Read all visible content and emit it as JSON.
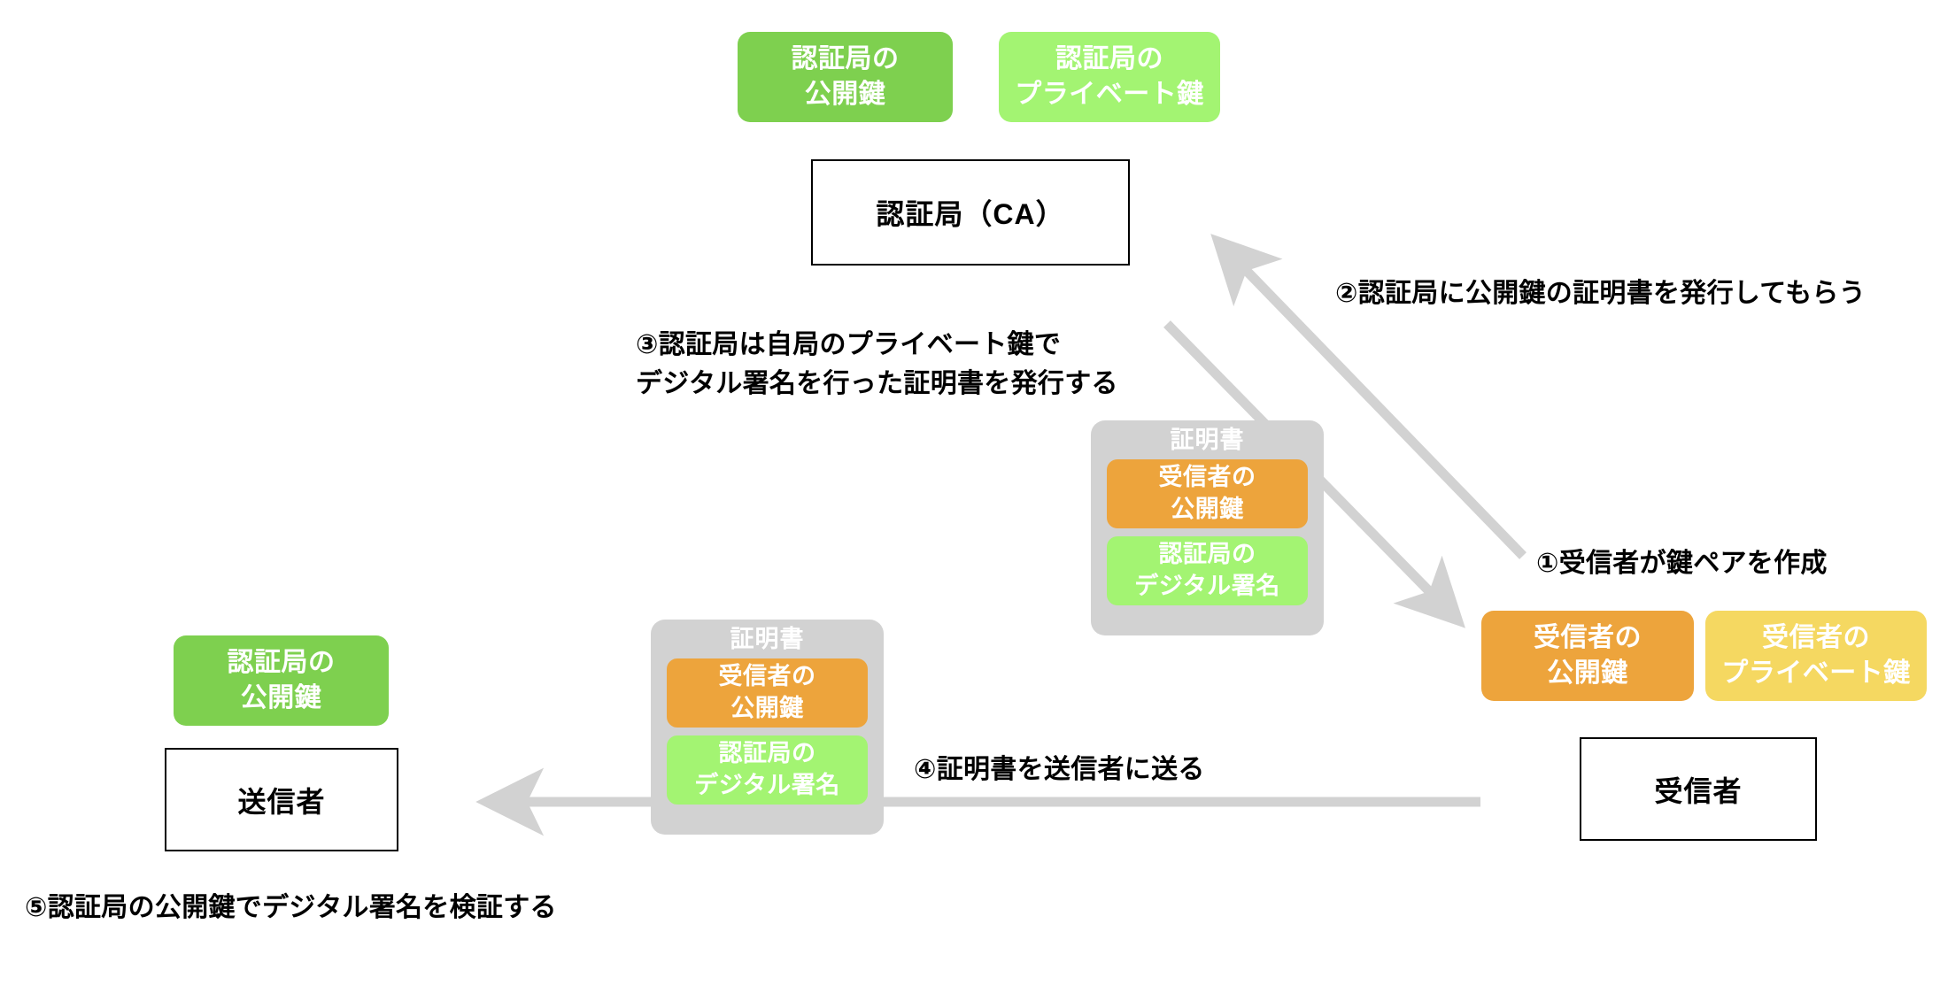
{
  "diagram": {
    "title_semantics": "PKI certificate issuance and verification flow",
    "colors": {
      "ca_public_key_green": "#7ed04f",
      "ca_private_key_light_green": "#a3f472",
      "ca_signature_light_green": "#a3f472",
      "receiver_public_key_orange": "#eda43c",
      "receiver_private_key_yellow": "#f5d861",
      "certificate_gray": "#d2d2d2",
      "arrow_gray": "#d2d2d2",
      "entity_border": "#000000",
      "entity_text": "#000000",
      "chip_text": "#ffffff"
    }
  },
  "ca_area": {
    "public_key_chip": {
      "line1": "認証局の",
      "line2": "公開鍵"
    },
    "private_key_chip": {
      "line1": "認証局の",
      "line2": "プライベート鍵"
    },
    "entity_box": {
      "label": "認証局（CA）"
    }
  },
  "receiver_area": {
    "public_key_chip": {
      "line1": "受信者の",
      "line2": "公開鍵"
    },
    "private_key_chip": {
      "line1": "受信者の",
      "line2": "プライベート鍵"
    },
    "entity_box": {
      "label": "受信者"
    }
  },
  "sender_area": {
    "ca_public_key_chip": {
      "line1": "認証局の",
      "line2": "公開鍵"
    },
    "entity_box": {
      "label": "送信者"
    }
  },
  "certificate_upper": {
    "title": "証明書",
    "public_key_chip": {
      "line1": "受信者の",
      "line2": "公開鍵"
    },
    "signature_chip": {
      "line1": "認証局の",
      "line2": "デジタル署名"
    }
  },
  "certificate_lower": {
    "title": "証明書",
    "public_key_chip": {
      "line1": "受信者の",
      "line2": "公開鍵"
    },
    "signature_chip": {
      "line1": "認証局の",
      "line2": "デジタル署名"
    }
  },
  "steps": {
    "step1": "①受信者が鍵ペアを作成",
    "step2": "②認証局に公開鍵の証明書を発行してもらう",
    "step3": "③認証局は自局のプライベート鍵で\nデジタル署名を行った証明書を発行する",
    "step4": "④証明書を送信者に送る",
    "step5": "⑤認証局の公開鍵でデジタル署名を検証する"
  }
}
